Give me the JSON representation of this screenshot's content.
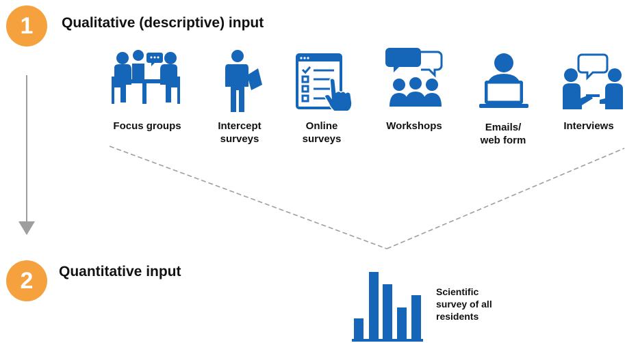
{
  "colors": {
    "accent_orange": "#F5A13E",
    "icon_blue": "#1565B8",
    "connector_gray": "#9E9E9E"
  },
  "step1": {
    "number": "1",
    "title": "Qualitative (descriptive) input"
  },
  "step2": {
    "number": "2",
    "title": "Quantitative input"
  },
  "methods": [
    {
      "icon": "focus-groups-icon",
      "label": "Focus groups"
    },
    {
      "icon": "intercept-surveys-icon",
      "label": "Intercept\nsurveys"
    },
    {
      "icon": "online-surveys-icon",
      "label": "Online\nsurveys"
    },
    {
      "icon": "workshops-icon",
      "label": "Workshops"
    },
    {
      "icon": "emails-web-form-icon",
      "label": "Emails/\nweb form"
    },
    {
      "icon": "interviews-icon",
      "label": "Interviews"
    }
  ],
  "survey": {
    "icon": "bar-chart-icon",
    "caption": "Scientific\nsurvey of all\nresidents"
  }
}
